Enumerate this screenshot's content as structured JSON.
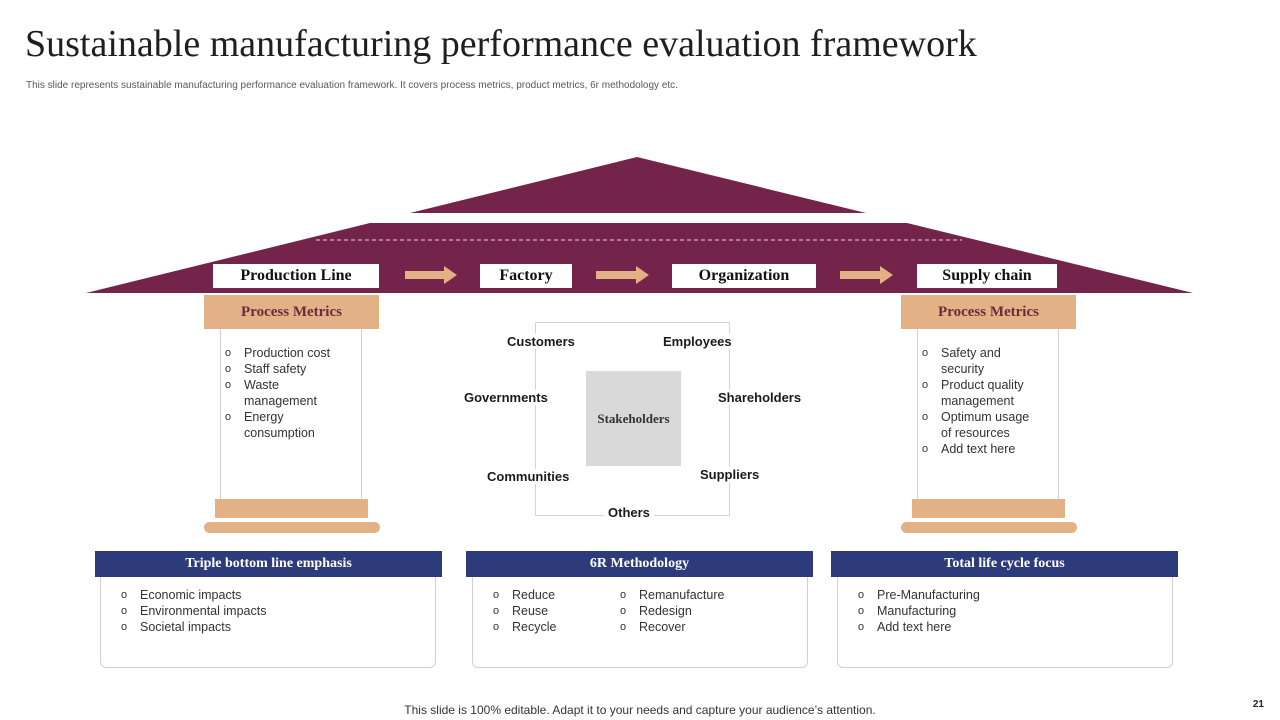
{
  "title": "Sustainable manufacturing performance evaluation framework",
  "subtitle": "This slide represents sustainable manufacturing performance evaluation framework. It covers process metrics, product metrics, 6r methodology etc.",
  "bullet_glyph": "o",
  "colors": {
    "roof": "#74244a",
    "tan": "#e2b185",
    "navy": "#2e3b7a",
    "gray": "#d9d9d9"
  },
  "stages": [
    "Production Line",
    "Factory",
    "Organization",
    "Supply chain"
  ],
  "left_pillar": {
    "heading": "Process Metrics",
    "items": [
      [
        "Production cost"
      ],
      [
        "Staff safety"
      ],
      [
        "Waste",
        "management"
      ],
      [
        "Energy",
        "consumption"
      ]
    ]
  },
  "right_pillar": {
    "heading": "Process Metrics",
    "items": [
      [
        "Safety and",
        "security"
      ],
      [
        "Product quality",
        "management"
      ],
      [
        "Optimum usage",
        "of resources"
      ],
      [
        "Add text here"
      ]
    ]
  },
  "stakeholders": {
    "center": "Stakeholders",
    "customers": "Customers",
    "employees": "Employees",
    "governments": "Governments",
    "shareholders": "Shareholders",
    "communities": "Communities",
    "suppliers": "Suppliers",
    "others": "Others"
  },
  "cards": {
    "triple": {
      "heading": "Triple bottom line emphasis",
      "items": [
        "Economic impacts",
        "Environmental  impacts",
        "Societal impacts"
      ]
    },
    "six_r": {
      "heading": "6R Methodology",
      "col1": [
        "Reduce",
        "Reuse",
        "Recycle"
      ],
      "col2": [
        "Remanufacture",
        "Redesign",
        "Recover"
      ]
    },
    "lifecycle": {
      "heading": "Total life cycle focus",
      "items": [
        "Pre-Manufacturing",
        "Manufacturing",
        "Add text here"
      ]
    }
  },
  "footer": "This slide is 100% editable. Adapt it to your needs and capture your audience’s attention.",
  "page_number": "21"
}
